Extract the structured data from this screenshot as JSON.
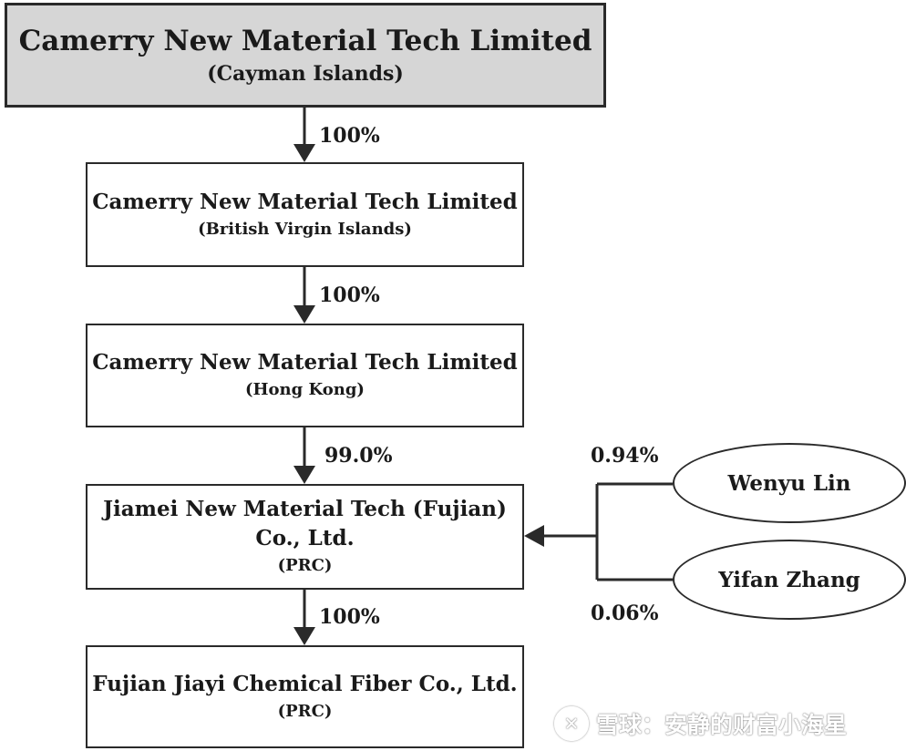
{
  "entities": {
    "cayman": {
      "name": "Camerry New Material Tech Limited",
      "jurisdiction": "(Cayman Islands)"
    },
    "bvi": {
      "name": "Camerry New Material Tech Limited",
      "jurisdiction": "(British Virgin Islands)"
    },
    "hk": {
      "name": "Camerry New Material Tech Limited",
      "jurisdiction": "(Hong Kong)"
    },
    "jiamei": {
      "name_line1": "Jiamei New Material Tech (Fujian)",
      "name_line2": "Co., Ltd.",
      "jurisdiction": "(PRC)"
    },
    "jiayi": {
      "name": "Fujian Jiayi Chemical Fiber Co., Ltd.",
      "jurisdiction": "(PRC)"
    }
  },
  "shareholders": {
    "wenyu": {
      "name": "Wenyu Lin",
      "pct": "0.94%"
    },
    "yifan": {
      "name": "Yifan Zhang",
      "pct": "0.06%"
    }
  },
  "ownership": {
    "cayman_to_bvi": "100%",
    "bvi_to_hk": "100%",
    "hk_to_jiamei": "99.0%",
    "jiamei_to_jiayi": "100%"
  },
  "watermark": {
    "logo_icon": "snowball-logo-icon",
    "text": "雪球：安静的财富小海星"
  },
  "colors": {
    "top_box_fill": "#d6d6d6",
    "line": "#2a2a2a"
  }
}
